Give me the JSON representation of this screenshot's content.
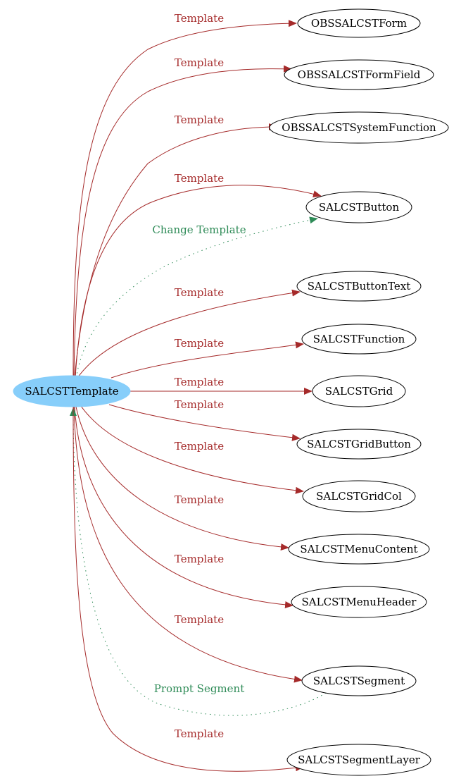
{
  "colors": {
    "template_edge": "#a52a2a",
    "special_edge": "#2e8b57",
    "root_fill": "#87cefa",
    "node_stroke": "#000000",
    "node_fill": "#ffffff"
  },
  "root": {
    "label": "SALCSTTemplate"
  },
  "targets": [
    {
      "id": "obssalcstform",
      "label": "OBSSALCSTForm"
    },
    {
      "id": "obssalcstformfield",
      "label": "OBSSALCSTFormField"
    },
    {
      "id": "obssalcstsystemfunction",
      "label": "OBSSALCSTSystemFunction"
    },
    {
      "id": "salcstbutton",
      "label": "SALCSTButton"
    },
    {
      "id": "salcstbuttontext",
      "label": "SALCSTButtonText"
    },
    {
      "id": "salcstfunction",
      "label": "SALCSTFunction"
    },
    {
      "id": "salcstgrid",
      "label": "SALCSTGrid"
    },
    {
      "id": "salcstgridbutton",
      "label": "SALCSTGridButton"
    },
    {
      "id": "salcstgridcol",
      "label": "SALCSTGridCol"
    },
    {
      "id": "salcstmenucontent",
      "label": "SALCSTMenuContent"
    },
    {
      "id": "salcstmenuheader",
      "label": "SALCSTMenuHeader"
    },
    {
      "id": "salcstsegment",
      "label": "SALCSTSegment"
    },
    {
      "id": "salcstsegmentlayer",
      "label": "SALCSTSegmentLayer"
    }
  ],
  "edges": [
    {
      "id": "e1",
      "label": "Template",
      "kind": "template"
    },
    {
      "id": "e2",
      "label": "Template",
      "kind": "template"
    },
    {
      "id": "e3",
      "label": "Template",
      "kind": "template"
    },
    {
      "id": "e4",
      "label": "Template",
      "kind": "template"
    },
    {
      "id": "e5",
      "label": "Change Template",
      "kind": "special"
    },
    {
      "id": "e6",
      "label": "Template",
      "kind": "template"
    },
    {
      "id": "e7",
      "label": "Template",
      "kind": "template"
    },
    {
      "id": "e8",
      "label": "Template",
      "kind": "template"
    },
    {
      "id": "e9",
      "label": "Template",
      "kind": "template"
    },
    {
      "id": "e10",
      "label": "Template",
      "kind": "template"
    },
    {
      "id": "e11",
      "label": "Template",
      "kind": "template"
    },
    {
      "id": "e12",
      "label": "Template",
      "kind": "template"
    },
    {
      "id": "e13",
      "label": "Template",
      "kind": "template"
    },
    {
      "id": "e14",
      "label": "Prompt Segment",
      "kind": "special"
    },
    {
      "id": "e15",
      "label": "Template",
      "kind": "template"
    }
  ]
}
